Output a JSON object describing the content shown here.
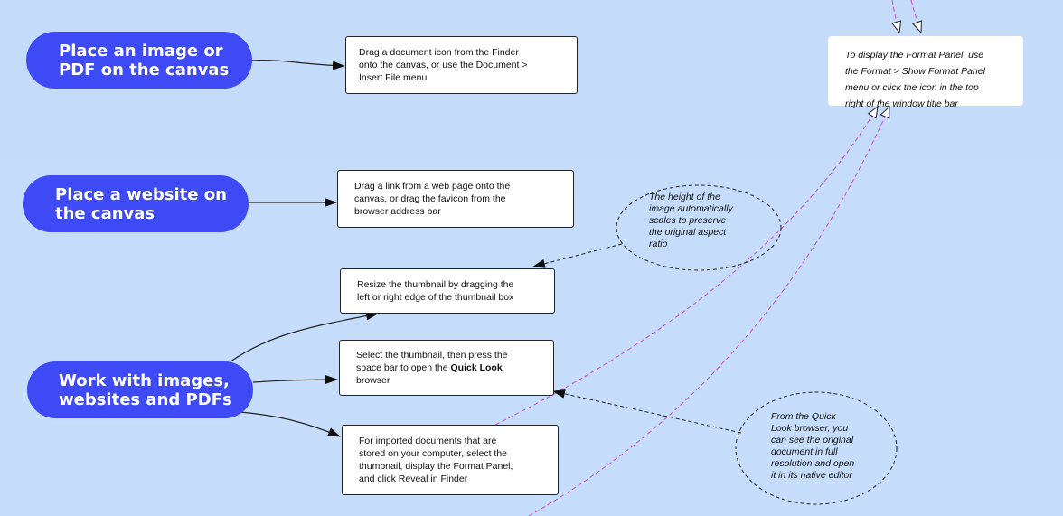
{
  "topics": {
    "image_pdf": "Place an image or\nPDF on the canvas",
    "website": "Place a website on\nthe canvas",
    "work_with": "Work with images,\nwebsites and PDFs"
  },
  "boxes": {
    "drag_document": "Drag a document icon from the Finder\nonto the canvas, or use the Document >\nInsert File menu",
    "drag_link": "Drag a link from a web page onto the\ncanvas, or drag the favicon from the\nbrowser address bar",
    "resize": "Resize the thumbnail by dragging the\nleft or right edge of the thumbnail box",
    "select_before": "Select the thumbnail, then press the\nspace bar to open the ",
    "select_bold": "Quick Look",
    "select_after": "\nbrowser",
    "imported": "For imported documents that are\nstored on your computer, select the\nthumbnail, display the Format Panel,\nand click Reveal in Finder"
  },
  "notes": {
    "format_panel": "To display the Format Panel, use\nthe Format > Show Format Panel\nmenu or click the icon in the top\nright of the window title bar",
    "aspect_ratio": "The height of the\nimage automatically\nscales to preserve\nthe original aspect\nratio",
    "quick_look": "From the Quick\nLook browser, you\ncan see the original\ndocument in full\nresolution and open\nit in its native editor"
  },
  "colors": {
    "topic_fill": "#3d4af5",
    "magenta_link": "#c94bd6",
    "background": "#c4dcfa"
  }
}
